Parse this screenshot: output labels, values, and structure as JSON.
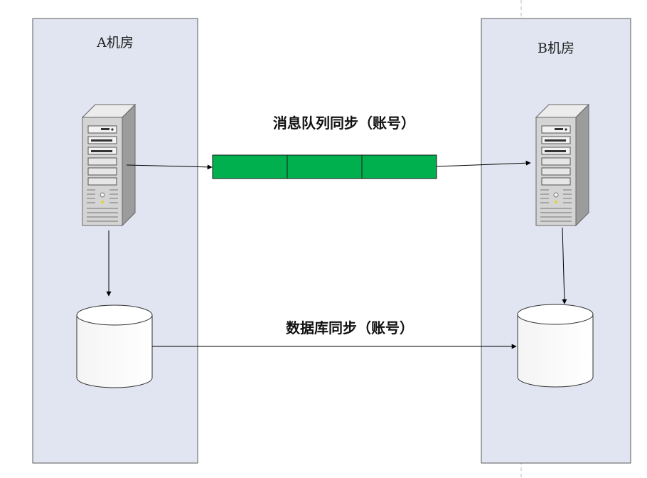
{
  "diagram": {
    "rooms": [
      {
        "id": "A",
        "title": "A机房"
      },
      {
        "id": "B",
        "title": "B机房"
      }
    ],
    "sync_links": [
      {
        "id": "mq",
        "label": "消息队列同步（账号）"
      },
      {
        "id": "db",
        "label": "数据库同步（账号）"
      }
    ],
    "queue_segments": 3,
    "nodes": [
      "server-a",
      "database-a",
      "server-b",
      "database-b",
      "message-queue"
    ]
  },
  "colors": {
    "room_fill": "#e1e5f1",
    "room_stroke": "#5a5a5a",
    "queue_fill": "#00b04f",
    "queue_stroke": "#1a1a1a",
    "arrow": "#000000",
    "server_body": "#d4d4d4"
  }
}
